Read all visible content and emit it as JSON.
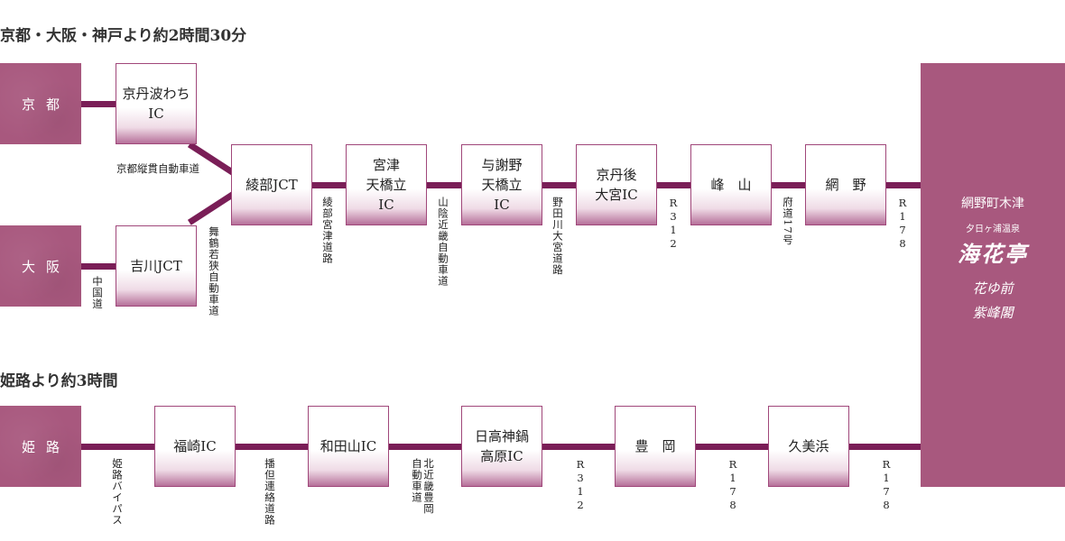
{
  "titles": {
    "kyoto_osaka": "京都・大阪・神戸より約2時間30分",
    "himeji": "姫路より約3時間"
  },
  "origins": {
    "kyoto": "京都",
    "osaka": "大阪",
    "himeji": "姫路"
  },
  "nodes": {
    "kyotanba": "京丹波わち\nIC",
    "yoshikawa": "吉川JCT",
    "ayabe": "綾部JCT",
    "miyazu": "宮津\n天橋立\nIC",
    "yosano": "与謝野\n天橋立\nIC",
    "omiya": "京丹後\n大宮IC",
    "mineyama": "峰　山",
    "amino": "網　野",
    "fukusaki": "福崎IC",
    "wadayama": "和田山IC",
    "hidaka": "日高神鍋\n高原IC",
    "toyooka": "豊　岡",
    "kumihama": "久美浜"
  },
  "roads": {
    "jukan": "京都縦貫自動車道",
    "chugoku": "中国道",
    "maizuru": "舞鶴若狭自動車道",
    "ayabemiyazu": "綾部宮津道路",
    "sanin": "山陰近畿自動車道",
    "nodagawa": "野田川大宮道路",
    "r312a": "R312",
    "fudo17": "府道17号",
    "r178a": "R178",
    "himejibp": "姫路バイパス",
    "bantan": "播但連絡道路",
    "kitakinki": "北近畿豊岡\n自動車道",
    "r312b": "R312",
    "r178b": "R178",
    "r178c": "R178"
  },
  "destination": {
    "area": "網野町木津",
    "onsen": "夕日ヶ浦温泉",
    "hotel1": "海花亭",
    "hotel2": "花ゆ前",
    "hotel3": "紫峰閣"
  }
}
